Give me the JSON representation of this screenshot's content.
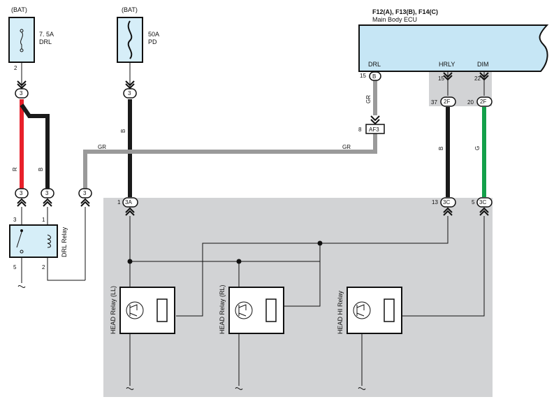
{
  "fuse_drl": {
    "source": "(BAT)",
    "rating": "7. 5A",
    "name": "DRL",
    "pin": "2"
  },
  "fuse_pd": {
    "source": "(BAT)",
    "rating": "50A",
    "name": "PD"
  },
  "ecu": {
    "connectors": "F12(A), F13(B), F14(C)",
    "name": "Main Body ECU",
    "pins": {
      "drl": {
        "name": "DRL",
        "num": "15",
        "conn": "B"
      },
      "hrly": {
        "name": "HRLY",
        "num": "15"
      },
      "dim": {
        "name": "DIM",
        "num": "22"
      }
    }
  },
  "wire_colors": {
    "R": "#e8202a",
    "B": "#1a1a1a",
    "GR": "#9a9a9a",
    "G": "#13a04a"
  },
  "wire_labels": {
    "r": "R",
    "b": "B",
    "gr": "GR",
    "g": "G"
  },
  "connectors": {
    "c3": "3",
    "af3": {
      "num": "8",
      "name": "AF3"
    },
    "c2f_hrly": {
      "num": "37",
      "name": "2F"
    },
    "c2f_dim": {
      "num": "20",
      "name": "2F"
    },
    "c3a": {
      "num": "1",
      "name": "3A"
    },
    "c3c_hrly": {
      "num": "13",
      "name": "3C"
    },
    "c3c_dim": {
      "num": "5",
      "name": "3C"
    }
  },
  "drl_relay": {
    "name": "DRL Relay",
    "pins": [
      "3",
      "1",
      "5",
      "2"
    ]
  },
  "relays": {
    "ll": "HEAD Relay (LL)",
    "rl": "HEAD Relay (RL)",
    "hi": "HEAD HI Relay"
  }
}
